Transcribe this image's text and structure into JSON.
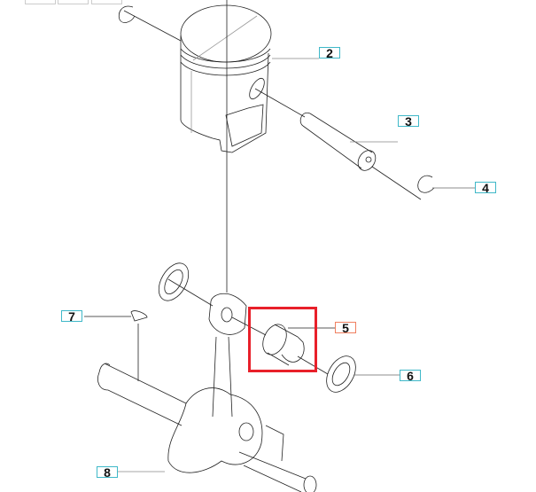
{
  "diagram": {
    "callouts": [
      {
        "id": "2",
        "label": "2"
      },
      {
        "id": "3",
        "label": "3"
      },
      {
        "id": "4",
        "label": "4"
      },
      {
        "id": "5",
        "label": "5",
        "selected": true
      },
      {
        "id": "6",
        "label": "6"
      },
      {
        "id": "7",
        "label": "7"
      },
      {
        "id": "8",
        "label": "8"
      }
    ],
    "colors": {
      "callout_border": "#3fb8c8",
      "selected_border": "#f08060",
      "highlight": "#e8202a"
    }
  }
}
